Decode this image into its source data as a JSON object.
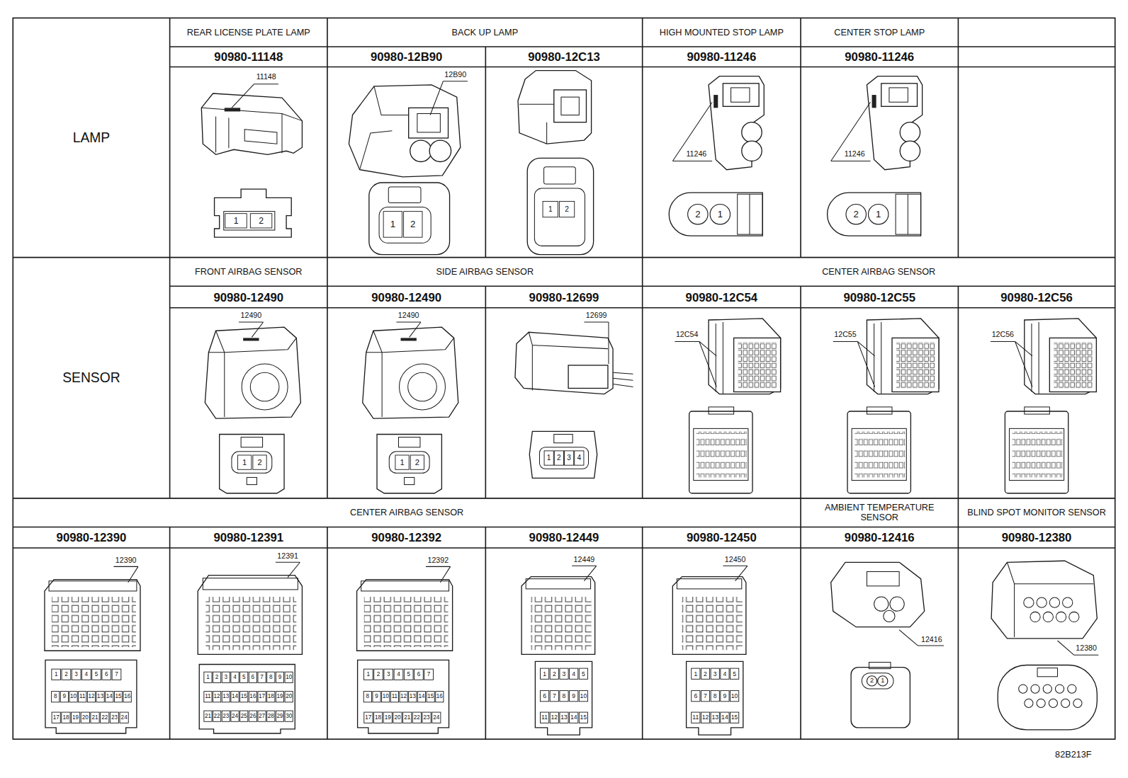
{
  "diagram": {
    "nodes": [
      {
        "text": [
          "LAMP"
        ]
      },
      {
        "text": [
          "REAR LICENSE PLATE LAMP"
        ]
      },
      {
        "text": [
          "BACK UP LAMP"
        ]
      },
      {
        "text": [
          "HIGH MOUNTED STOP LAMP"
        ]
      },
      {
        "text": [
          "CENTER STOP LAMP"
        ]
      },
      {
        "text": [
          "90980-11148"
        ]
      },
      {
        "text": [
          "90980-12B90"
        ]
      },
      {
        "text": [
          "90980-12C13"
        ]
      },
      {
        "text": [
          "90980-11246"
        ]
      },
      {
        "text": [
          "90980-11246"
        ]
      },
      {
        "text": [
          "SENSOR"
        ]
      },
      {
        "text": [
          "FRONT AIRBAG SENSOR"
        ]
      },
      {
        "text": [
          "SIDE AIRBAG SENSOR"
        ]
      },
      {
        "text": [
          "CENTER AIRBAG SENSOR"
        ]
      },
      {
        "text": [
          "90980-12490"
        ]
      },
      {
        "text": [
          "90980-12490"
        ]
      },
      {
        "text": [
          "90980-12699"
        ]
      },
      {
        "text": [
          "90980-12C54"
        ]
      },
      {
        "text": [
          "90980-12C55"
        ]
      },
      {
        "text": [
          "90980-12C56"
        ]
      },
      {
        "text": [
          "CENTER AIRBAG SENSOR"
        ]
      },
      {
        "text": [
          "AMBIENT TEMPERATURE SENSOR"
        ]
      },
      {
        "text": [
          "BLIND SPOT MONITOR SENSOR"
        ]
      },
      {
        "text": [
          "90980-12390"
        ]
      },
      {
        "text": [
          "90980-12391"
        ]
      },
      {
        "text": [
          "90980-12392"
        ]
      },
      {
        "text": [
          "90980-12449"
        ]
      },
      {
        "text": [
          "90980-12450"
        ]
      },
      {
        "text": [
          "90980-12416"
        ]
      },
      {
        "text": [
          "90980-12380"
        ]
      }
    ],
    "labels": [
      "11148",
      "1",
      "2",
      "12B90",
      "1",
      "2",
      "1",
      "2",
      "11246",
      "2",
      "1",
      "11246",
      "2",
      "1",
      "12490",
      "1",
      "2",
      "12490",
      "1",
      "2",
      "12699",
      "1",
      "2",
      "3",
      "4",
      "12C54",
      "12C55",
      "12C56",
      "12390",
      "1",
      "2",
      "3",
      "4",
      "5",
      "6",
      "7",
      "8",
      "9",
      "10",
      "11",
      "12",
      "13",
      "14",
      "15",
      "16",
      "17",
      "18",
      "19",
      "20",
      "21",
      "22",
      "23",
      "24",
      "12391",
      "1",
      "2",
      "3",
      "4",
      "5",
      "6",
      "7",
      "8",
      "9",
      "10",
      "11",
      "12",
      "13",
      "14",
      "15",
      "16",
      "17",
      "18",
      "19",
      "20",
      "21",
      "22",
      "23",
      "24",
      "25",
      "26",
      "27",
      "28",
      "29",
      "30",
      "12392",
      "1",
      "2",
      "3",
      "4",
      "5",
      "6",
      "7",
      "8",
      "9",
      "10",
      "11",
      "12",
      "13",
      "14",
      "15",
      "16",
      "17",
      "18",
      "19",
      "20",
      "21",
      "22",
      "23",
      "24",
      "12449",
      "1",
      "2",
      "3",
      "4",
      "5",
      "6",
      "7",
      "8",
      "9",
      "10",
      "11",
      "12",
      "13",
      "14",
      "15",
      "12450",
      "1",
      "2",
      "3",
      "4",
      "5",
      "6",
      "7",
      "8",
      "9",
      "10",
      "11",
      "12",
      "13",
      "14",
      "15",
      "12416",
      "2",
      "1",
      "12380",
      "82B213F"
    ]
  }
}
